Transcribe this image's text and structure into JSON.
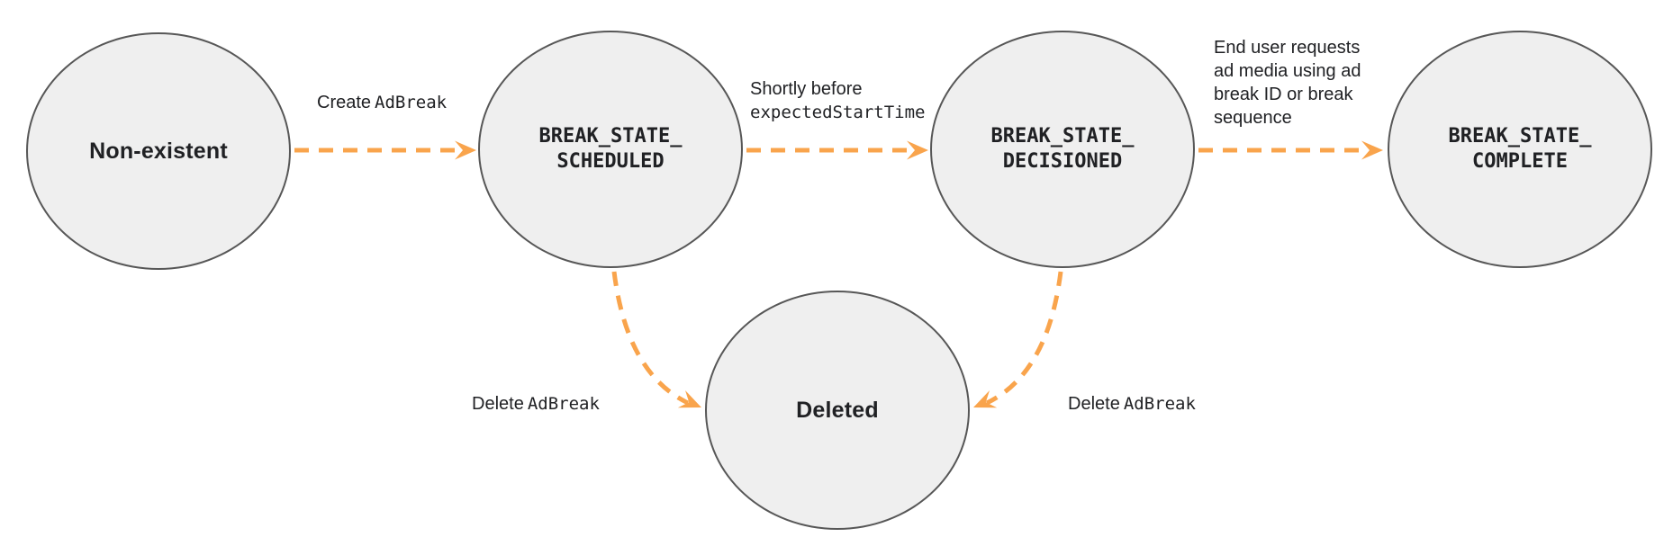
{
  "colors": {
    "arrow": "#F9A44C",
    "node_fill": "#EFEFEF",
    "node_stroke": "#575757",
    "text": "#202124"
  },
  "states": {
    "non_existent": {
      "label": "Non-existent"
    },
    "scheduled": {
      "line1": "BREAK_STATE_",
      "line2": "SCHEDULED"
    },
    "decisioned": {
      "line1": "BREAK_STATE_",
      "line2": "DECISIONED"
    },
    "complete": {
      "line1": "BREAK_STATE_",
      "line2": "COMPLETE"
    },
    "deleted": {
      "label": "Deleted"
    }
  },
  "transitions": {
    "create": {
      "text": "Create",
      "code": "AdBreak"
    },
    "decision": {
      "text": "Shortly before",
      "code": "expectedStartTime"
    },
    "complete": {
      "lines": [
        "End user requests",
        "ad media using ad",
        "break ID or break",
        "sequence"
      ]
    },
    "delete_left": {
      "text": "Delete",
      "code": "AdBreak"
    },
    "delete_right": {
      "text": "Delete",
      "code": "AdBreak"
    }
  }
}
